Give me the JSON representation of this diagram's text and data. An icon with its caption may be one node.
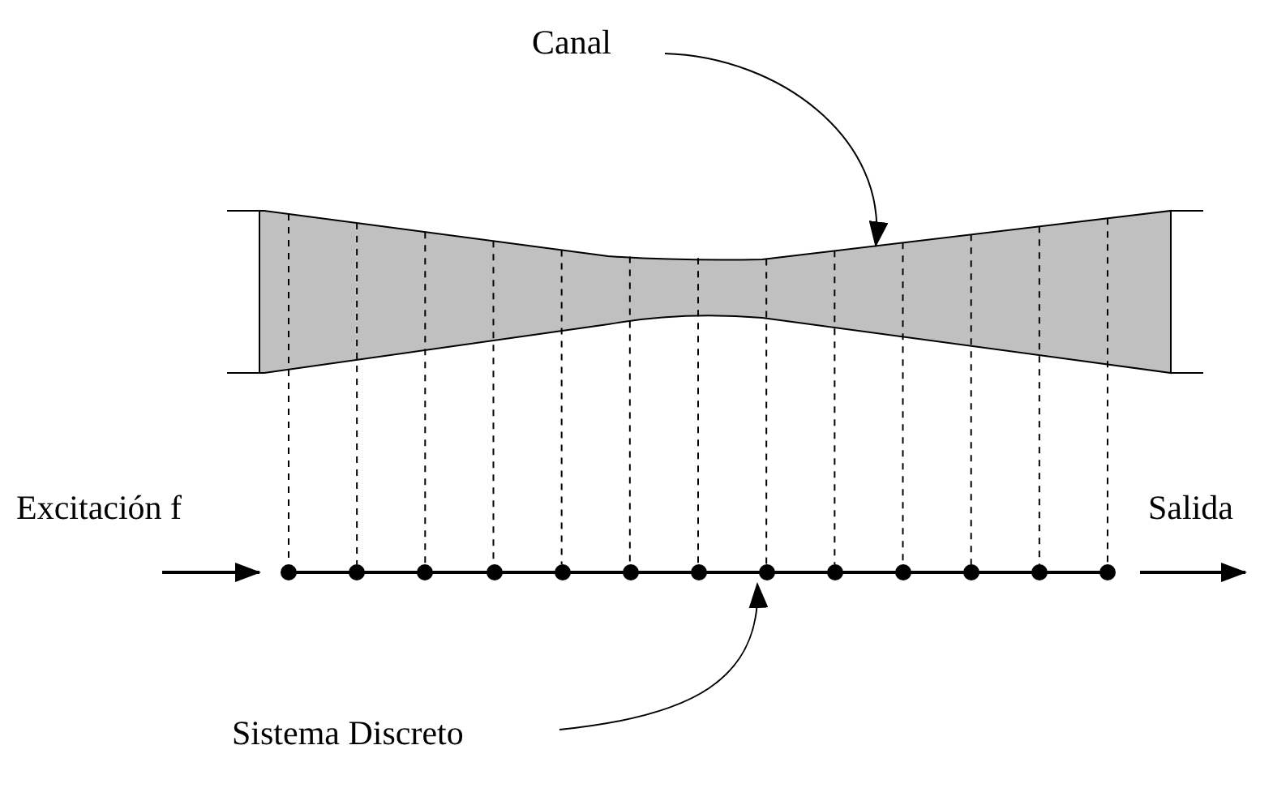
{
  "diagram": {
    "nodes": [
      {
        "text": [
          "Canal"
        ]
      },
      {
        "text": [],
        "shape": "picture"
      },
      {
        "text": [],
        "shape": "bar"
      },
      {
        "text": [
          "Sistema Discreto"
        ]
      }
    ],
    "edges": [
      {
        "from": 0,
        "to": 1,
        "arrow": "to"
      },
      {
        "from": null,
        "to": 2,
        "arrow": "to"
      },
      {
        "from": 2,
        "to": null,
        "arrow": "to"
      },
      {
        "from": 3,
        "to": 2,
        "arrow": "to"
      },
      {
        "from": 1,
        "to": 2,
        "arrow": "none",
        "style": "dashed"
      },
      {
        "from": 1,
        "to": 2,
        "arrow": "none",
        "style": "dashed"
      },
      {
        "from": 1,
        "to": 2,
        "arrow": "none",
        "style": "dashed"
      },
      {
        "from": 1,
        "to": 2,
        "arrow": "none",
        "style": "dashed"
      },
      {
        "from": 1,
        "to": 2,
        "arrow": "none",
        "style": "dashed"
      },
      {
        "from": 1,
        "to": 2,
        "arrow": "none",
        "style": "dashed"
      },
      {
        "from": 1,
        "to": 2,
        "arrow": "none",
        "style": "dashed"
      },
      {
        "from": 1,
        "to": 2,
        "arrow": "none",
        "style": "dashed"
      },
      {
        "from": 1,
        "to": 2,
        "arrow": "none",
        "style": "dashed"
      },
      {
        "from": 1,
        "to": 2,
        "arrow": "none",
        "style": "dashed"
      },
      {
        "from": 1,
        "to": 2,
        "arrow": "none",
        "style": "dashed"
      },
      {
        "from": 1,
        "to": 2,
        "arrow": "none",
        "style": "dashed"
      },
      {
        "from": 1,
        "to": 2,
        "arrow": "none",
        "style": "dashed"
      }
    ],
    "labels": [
      "Excitación f",
      "Salida"
    ]
  }
}
